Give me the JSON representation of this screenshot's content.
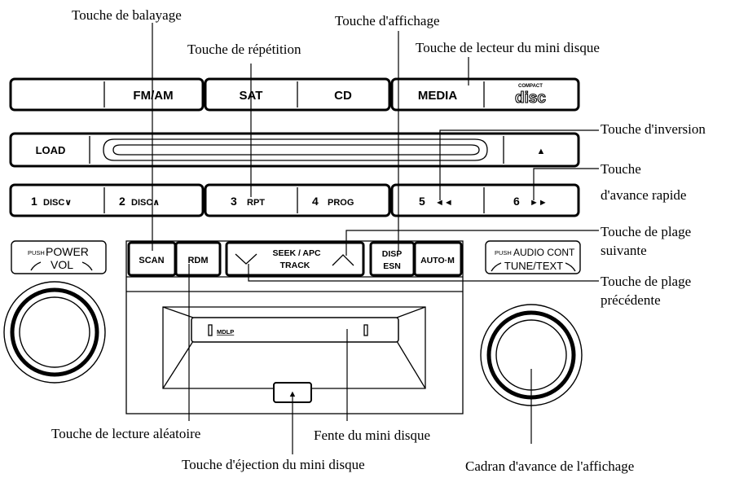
{
  "buttons": {
    "fm_am": "FM/AM",
    "sat": "SAT",
    "cd": "CD",
    "media": "MEDIA",
    "logo_compact": "COMPACT",
    "logo_disc": "disc",
    "load": "LOAD",
    "eject_symbol": "▲",
    "preset1_num": "1",
    "preset1_label": "DISC∨",
    "preset2_num": "2",
    "preset2_label": "DISC∧",
    "preset3_num": "3",
    "preset3_label": "RPT",
    "preset4_num": "4",
    "preset4_label": "PROG",
    "preset5_num": "5",
    "preset5_label": "◄◄",
    "preset6_num": "6",
    "preset6_label": "►►",
    "scan": "SCAN",
    "rdm": "RDM",
    "seek_line1": "SEEK / APC",
    "seek_line2": "TRACK",
    "disp_line1": "DISP",
    "disp_line2": "ESN",
    "auto_m": "AUTO·M",
    "md_logo": "MDLP",
    "md_eject": "▲"
  },
  "knobs": {
    "left_push": "PUSH",
    "left_power": "POWER",
    "left_vol": "VOL",
    "right_push": "PUSH",
    "right_audio": "AUDIO CONT",
    "right_tune": "TUNE/TEXT"
  },
  "callouts": {
    "scan_key": "Touche de balayage",
    "display_key": "Touche d'affichage",
    "repeat_key": "Touche de répétition",
    "md_player_key": "Touche de lecteur du mini disque",
    "reverse_key": "Touche d'inversion",
    "ff_line1": "Touche",
    "ff_line2": "d'avance rapide",
    "next_track_line1": "Touche de plage",
    "next_track_line2": "suivante",
    "prev_track_line1": "Touche de plage",
    "prev_track_line2": "précédente",
    "random_key": "Touche de lecture aléatoire",
    "md_slot": "Fente du mini disque",
    "md_eject_key": "Touche d'éjection du mini disque",
    "display_dial": "Cadran d'avance de l'affichage"
  }
}
